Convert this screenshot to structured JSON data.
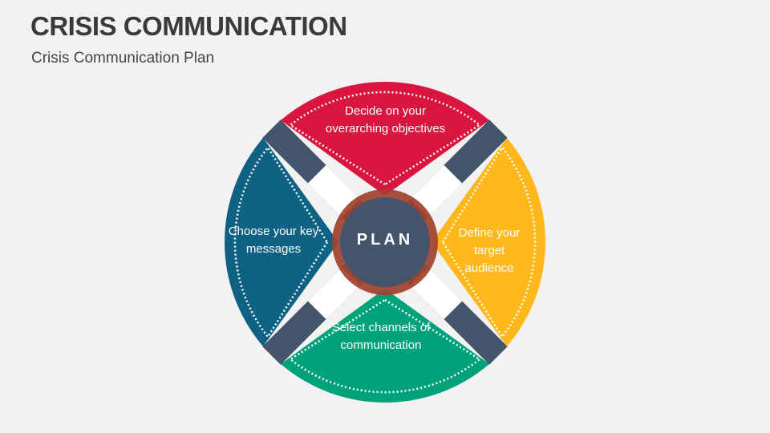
{
  "header": {
    "title": "CRISIS COMMUNICATION",
    "subtitle": "Crisis Communication Plan"
  },
  "diagram": {
    "center_label": "PLAN",
    "petals": [
      {
        "label": "Decide on your overarching objectives",
        "color": "#d9163f"
      },
      {
        "label": "Define your target audience",
        "color": "#ffb81c"
      },
      {
        "label": "Select channels of communication",
        "color": "#00a27a"
      },
      {
        "label": "Choose your key messages",
        "color": "#0f6283"
      }
    ],
    "colors": {
      "connector": "#44546a",
      "ring": "#a0412d",
      "hub": "#44546a"
    }
  }
}
